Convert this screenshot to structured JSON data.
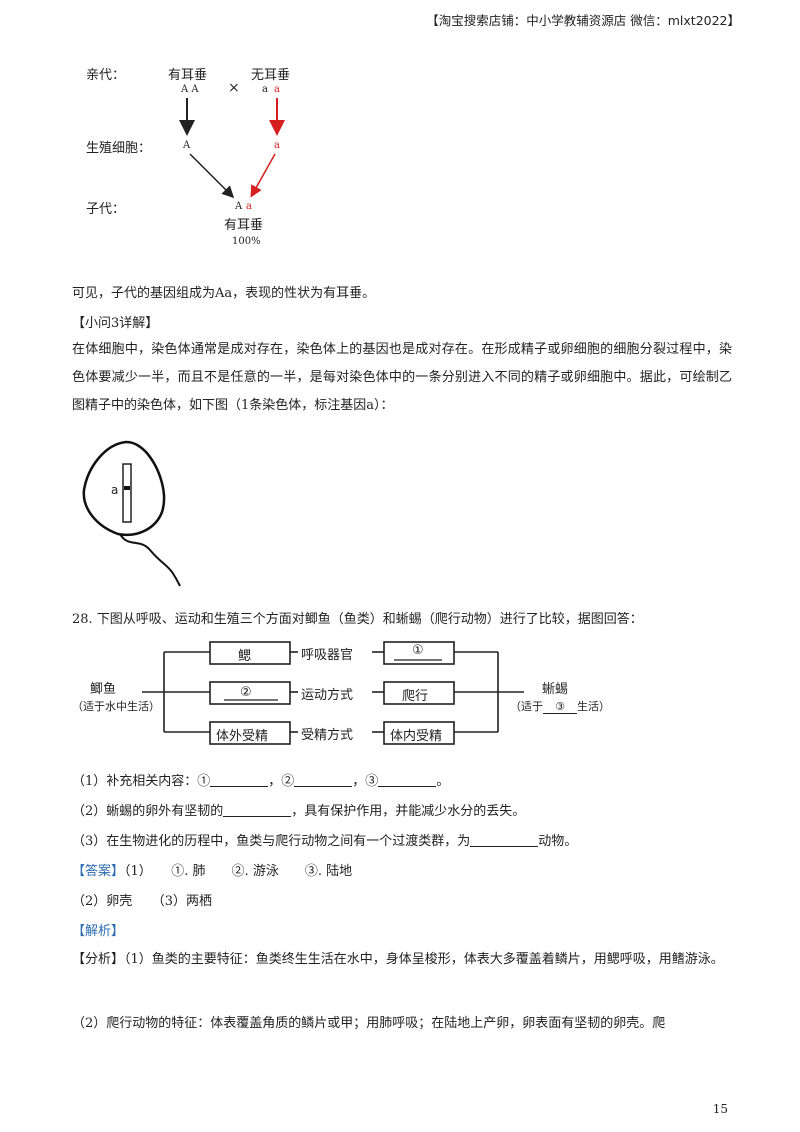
{
  "header": {
    "shop": "【淘宝搜索店铺：中小学教辅资源店  微信：mlxt2022】"
  },
  "cross": {
    "parent_label": "亲代：",
    "gamete_label": "生殖细胞：",
    "child_label": "子代：",
    "parent1_trait": "有耳垂",
    "parent1_gene": "A A",
    "cross_symbol": "×",
    "parent2_trait": "无耳垂",
    "parent2_gene_a1": "a",
    "parent2_gene_a2": "a",
    "gamete1": "A",
    "gamete2": "a",
    "child_gene_A": "A",
    "child_gene_a": "a",
    "child_trait": "有耳垂",
    "child_percent": "100%",
    "arrow_black": "#222222",
    "arrow_red": "#d42020"
  },
  "text": {
    "conclusion": "可见，子代的基因组成为Aa，表现的性状为有耳垂。",
    "q3_title": "【小问3详解】",
    "q3_body": "在体细胞中，染色体通常是成对存在，染色体上的基因也是成对存在。在形成精子或卵细胞的细胞分裂过程中，染色体要减少一半，而且不是任意的一半，是每对染色体中的一条分别进入不同的精子或卵细胞中。据此，可绘制乙图精子中的染色体，如下图（1条染色体，标注基因a）：",
    "sperm_gene": "a"
  },
  "q28": {
    "stem": "28. 下图从呼吸、运动和生殖三个方面对鲫鱼（鱼类）和蜥蜴（爬行动物）进行了比较，据图回答：",
    "fish": "鲫鱼",
    "fish_note": "（适于水中生活）",
    "lizard": "蜥蜴",
    "lizard_note_pre": "（适于",
    "lizard_note_num": "③",
    "lizard_note_post": "生活）",
    "row1_left": "鳃",
    "row1_mid": "呼吸器官",
    "row1_right": "①",
    "row2_left": "②",
    "row2_mid": "运动方式",
    "row2_right": "爬行",
    "row3_left": "体外受精",
    "row3_mid": "受精方式",
    "row3_right": "体内受精",
    "sub1_pre": "（1）补充相关内容：①",
    "sub1_c1": "，②",
    "sub1_c2": "，③",
    "sub1_end": "。",
    "sub2_pre": "（2）蜥蜴的卵外有坚韧的",
    "sub2_post": "，具有保护作用，并能减少水分的丢失。",
    "sub3_pre": "（3）在生物进化的历程中，鱼类与爬行动物之间有一个过渡类群，为",
    "sub3_post": "动物。",
    "answer_tag": "【答案】",
    "answer_1": "（1）　　①. 肺　　②. 游泳　　③. 陆地",
    "answer_2": "（2）卵壳　　（3）两栖",
    "analysis_tag": "【解析】",
    "analysis_p1_tag": "【分析】",
    "analysis_p1": "（1）鱼类的主要特征：鱼类终生生活在水中，身体呈梭形，体表大多覆盖着鳞片，用鳃呼吸，用鳍游泳。",
    "analysis_p2": "（2）爬行动物的特征：体表覆盖角质的鳞片或甲；用肺呼吸；在陆地上产卵，卵表面有坚韧的卵壳。爬"
  },
  "page_number": "15"
}
